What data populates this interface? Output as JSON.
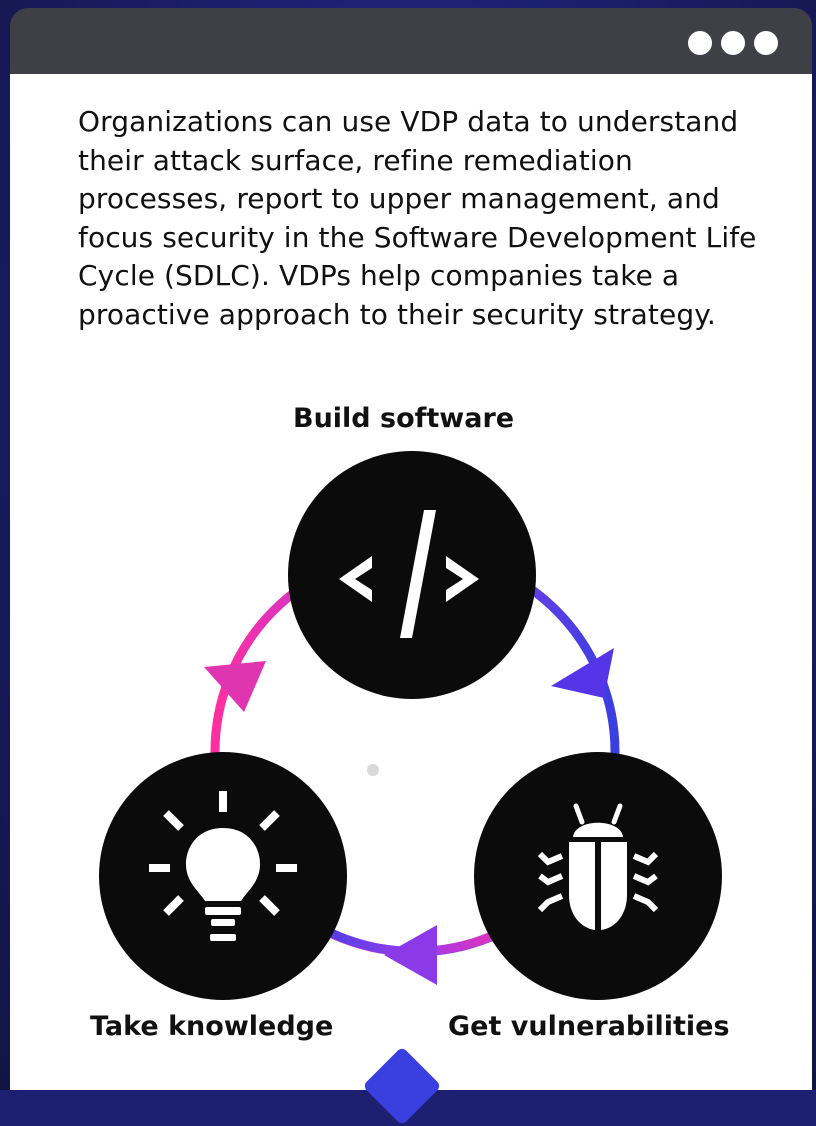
{
  "window": {
    "title_dots": [
      "dot",
      "dot",
      "dot"
    ]
  },
  "content": {
    "intro_text": "Organizations can use VDP data to understand their attack surface, refine remediation processes, report to upper management, and focus security in the Software Development Life Cycle (SDLC). VDPs help companies take a proactive approach to their security strategy."
  },
  "cycle": {
    "steps": [
      {
        "label": "Build software",
        "icon": "code-icon"
      },
      {
        "label": "Get vulnerabilities",
        "icon": "bug-icon"
      },
      {
        "label": "Take knowledge",
        "icon": "lightbulb-icon"
      }
    ],
    "colors": {
      "node": "#0b0b0b",
      "gradient_pink": "#ff2fa0",
      "gradient_purple": "#9b3cf0",
      "gradient_blue": "#3a3fe0"
    }
  }
}
